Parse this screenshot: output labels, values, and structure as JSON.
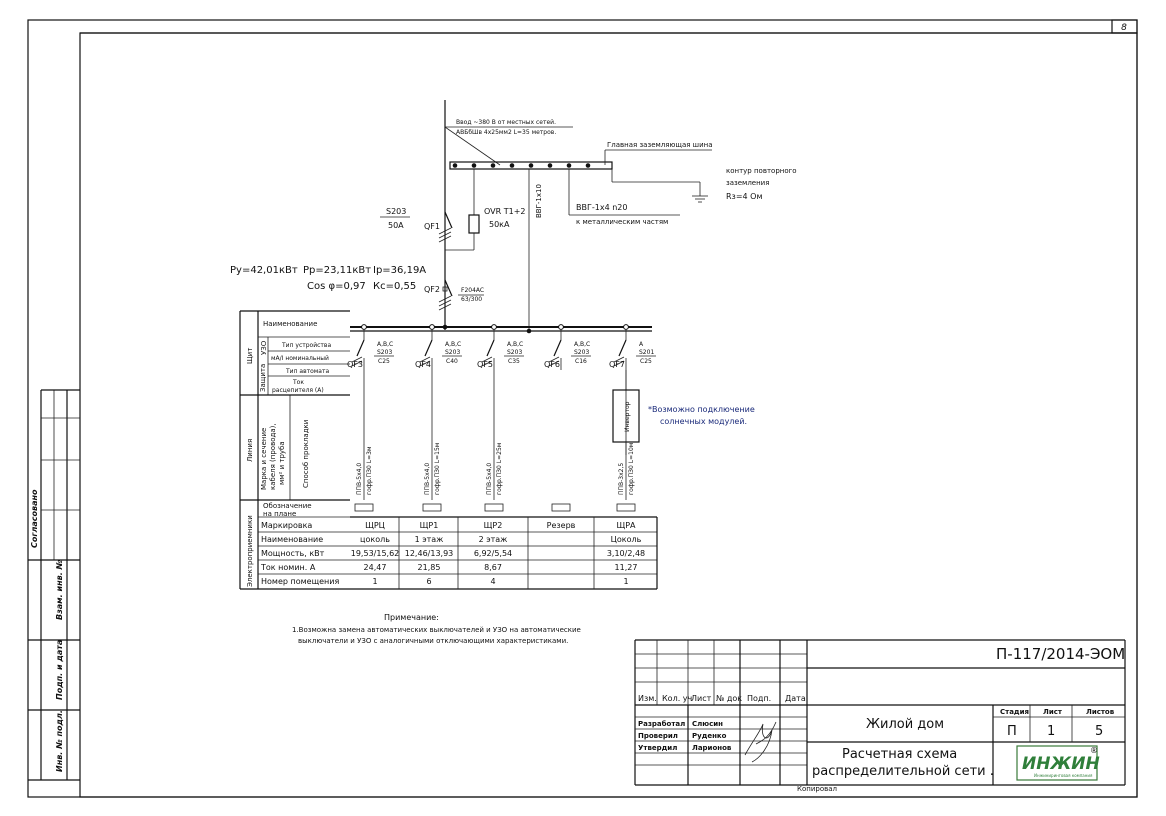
{
  "sheet": {
    "corner_number": "8",
    "bottom_caption": "Копировал"
  },
  "left_stamp": {
    "approved": "Согласовано",
    "vzam": "Взам. инв. №",
    "sign_date": "Подп. и дата",
    "inv": "Инв. № подл."
  },
  "input": {
    "label1": "Ввод ~380 В от местных сетей.",
    "label2": "АВБбШв 4х25мм2 L=35 метров.",
    "main_bus": "Главная заземляющая шина",
    "ground1": "контур повторного",
    "ground2": "заземления",
    "ground3": "Rз=4 Ом",
    "cable_vvg1": "ВВГ-1х10",
    "cable_vvg2": "ВВГ-1х4  n20",
    "metal": "к металлическим частям"
  },
  "breakers": {
    "qf1": "QF1",
    "qf1_type": "S203",
    "qf1_rating": "50А",
    "ovr": "OVR  T1+2",
    "ovr_rating": "50кА",
    "qf2": "QF2",
    "qf2_type1": "F204AC",
    "qf2_type2": "63/300"
  },
  "loads": {
    "py": "Ру=42,01кВт",
    "pp": "Рр=23,11кВт",
    "ip": "Iр=36,19А",
    "cos": "Cos φ=0,97",
    "kc": "Кс=0,55"
  },
  "rows": {
    "naim": "Наименование",
    "shchit": "Щит",
    "zashch": "Защита",
    "uzo": "УЗО",
    "uzo_type": "Тип устройства",
    "uzo_ma": "мА/I номинальный",
    "avt_type": "Тип автомата",
    "tok1": "Ток",
    "tok2": "расцепителя (А)",
    "liniya": "Линия",
    "marka1": "Марка и сечение",
    "marka2": "кабеля (провода),",
    "marka3": "мм² и труба",
    "sposob": "Способ прокладки",
    "oboz1": "Обозначение",
    "oboz2": "на плане",
    "elpr": "Электроприемники",
    "markirovka": "Маркировка",
    "naim2": "Наименование",
    "moshch": "Мощность, кВт",
    "tok_nom": "Ток номин. А",
    "nomer": "Номер помещения"
  },
  "feeders": [
    {
      "qf": "QF3",
      "phase": "А,В,С",
      "type": "S203",
      "rating": "C25",
      "cable": "ППВ-5х4,0",
      "route": "гофр.ПЗ0 L=3м",
      "mark": "ЩРЦ",
      "name": "цоколь",
      "power": "19,53/15,62",
      "current": "24,47",
      "room": "1"
    },
    {
      "qf": "QF4",
      "phase": "А,В,С",
      "type": "S203",
      "rating": "C40",
      "cable": "ППВ-5х4,0",
      "route": "гофр.ПЗ0 L=15м",
      "mark": "ЩР1",
      "name": "1 этаж",
      "power": "12,46/13,93",
      "current": "21,85",
      "room": "6"
    },
    {
      "qf": "QF5",
      "phase": "А,В,С",
      "type": "S203",
      "rating": "C35",
      "cable": "ППВ-5х4,0",
      "route": "гофр.ПЗ0 L=25м",
      "mark": "ЩР2",
      "name": "2 этаж",
      "power": "6,92/5,54",
      "current": "8,67",
      "room": "4"
    },
    {
      "qf": "QF6",
      "phase": "А,В,С",
      "type": "S203",
      "rating": "C16",
      "cable": "",
      "route": "",
      "mark": "Резерв",
      "name": "",
      "power": "",
      "current": "",
      "room": ""
    },
    {
      "qf": "QF7",
      "phase": "А",
      "type": "S201",
      "rating": "C25",
      "cable": "ППВ-3х2,5",
      "route": "гофр.ПЗ0 L=10м",
      "mark": "ЩРА",
      "name": "Цоколь",
      "power": "3,10/2,48",
      "current": "11,27",
      "room": "1"
    }
  ],
  "inverter": {
    "label": "Инвертор",
    "note1": "*Возможно подключение",
    "note2": "солнечных модулей."
  },
  "notes": {
    "title": "Примечание:",
    "line1": "1.Возможна замена автоматических выключателей и УЗО на автоматические",
    "line2": "выключатели и УЗО с аналогичными отключающими характеристиками."
  },
  "title_block": {
    "doc_code": "П-117/2014-ЭОМ",
    "col_izm": "Изм.",
    "col_kol": "Кол. уч",
    "col_list": "Лист",
    "col_ndok": "№ док",
    "col_podp": "Подп.",
    "col_data": "Дата",
    "role1": "Разработал",
    "name1": "Слюсин",
    "role2": "Проверил",
    "name2": "Руденко",
    "role3": "Утвердил",
    "name3": "Ларионов",
    "object": "Жилой дом",
    "drawing1": "Расчетная схема",
    "drawing2": "распределительной сети .",
    "stage_h": "Стадия",
    "sheet_h": "Лист",
    "sheets_h": "Листов",
    "stage": "П",
    "sheet": "1",
    "sheets": "5",
    "logo": "ИНЖИН",
    "logo_r": "®",
    "logo_sub": "Инжиниринговая компания"
  }
}
